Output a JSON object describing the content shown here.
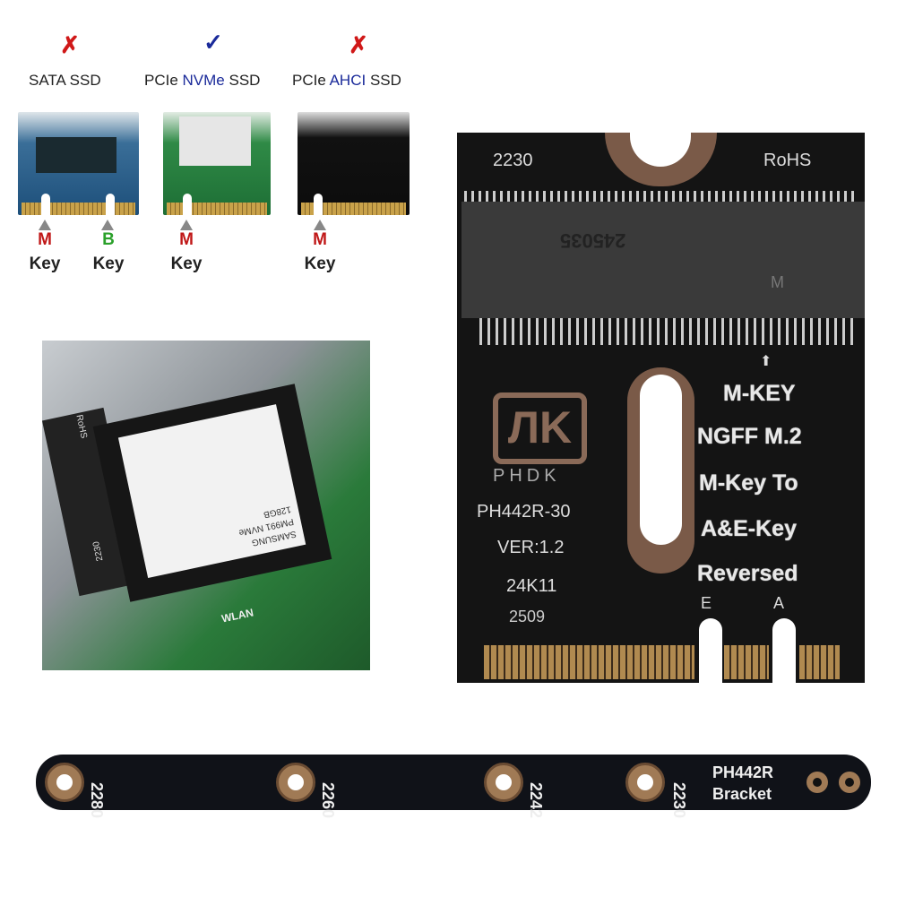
{
  "compat": {
    "items": [
      {
        "mark": "✗",
        "mark_color": "#d01818",
        "label": "SATA SSD",
        "supported": false
      },
      {
        "mark": "✓",
        "mark_color": "#1a2a9a",
        "label_prefix": "PCIe ",
        "label_accent": "NVMe",
        "label_suffix": " SSD",
        "supported": true
      },
      {
        "mark": "✗",
        "mark_color": "#d01818",
        "label_prefix": "PCIe ",
        "label_accent": "AHCI",
        "label_suffix": " SSD",
        "supported": false
      }
    ],
    "keys": [
      {
        "letter": "M",
        "word": "Key",
        "color": "#c01818"
      },
      {
        "letter": "B",
        "word": "Key",
        "color": "#2aa02a"
      },
      {
        "letter": "M",
        "word": "Key",
        "color": "#c01818"
      },
      {
        "letter": "M",
        "word": "Key",
        "color": "#c01818"
      }
    ],
    "accent_color": "#1a2a9a"
  },
  "photo": {
    "ssd_label_lines": [
      "PM991 NVMe",
      "128GB",
      "SAMSUNG"
    ],
    "slot_labels": [
      "RoHS",
      "2230"
    ],
    "board_label": "WLAN"
  },
  "card": {
    "size": "2230",
    "rohs": "RoHS",
    "connector_code": "245035",
    "connector_key": "M",
    "brand": "PHDK",
    "model": "PH442R-30",
    "version": "VER:1.2",
    "batch": "24K11",
    "date_code": "2509",
    "desc_lines": [
      "M-KEY",
      "NGFF M.2",
      "M-Key To",
      "A&E-Key",
      "Reversed"
    ],
    "key_e": "E",
    "key_a": "A"
  },
  "bracket": {
    "positions": [
      "2280",
      "2260",
      "2242",
      "2230"
    ],
    "title_line1": "PH442R",
    "title_line2": "Bracket"
  }
}
